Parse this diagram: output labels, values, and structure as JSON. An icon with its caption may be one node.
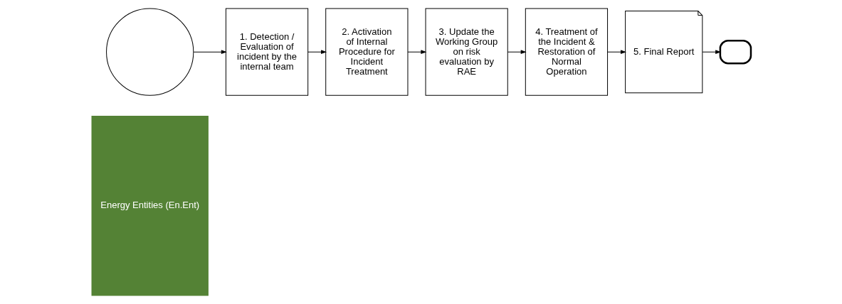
{
  "diagram": {
    "nodes": [
      {
        "text": [
          "Energy Entities (En.Ent)"
        ]
      },
      {
        "text": [],
        "shape": "circle"
      },
      {
        "text": [
          "1. Detection / Evaluation of incident by the internal team"
        ]
      },
      {
        "text": [
          "2. Activation of Internal Procedure for Incident Treatment"
        ]
      },
      {
        "text": [
          "3. Update the Working Group on risk evaluation by RAE"
        ]
      },
      {
        "text": [
          "4. Treatment of the Incident & Restoration of Normal Operation"
        ]
      },
      {
        "text": [
          "5. Final Report"
        ]
      },
      {
        "text": [],
        "shape": "box"
      }
    ],
    "edges": [
      {
        "from": 1,
        "to": 2,
        "arrow": "to"
      },
      {
        "from": 2,
        "to": 3,
        "arrow": "to"
      },
      {
        "from": 3,
        "to": 4,
        "arrow": "to"
      },
      {
        "from": 4,
        "to": 5,
        "arrow": "to"
      },
      {
        "from": 5,
        "to": 6,
        "arrow": "to"
      },
      {
        "from": 6,
        "to": 7,
        "arrow": "to"
      }
    ]
  }
}
